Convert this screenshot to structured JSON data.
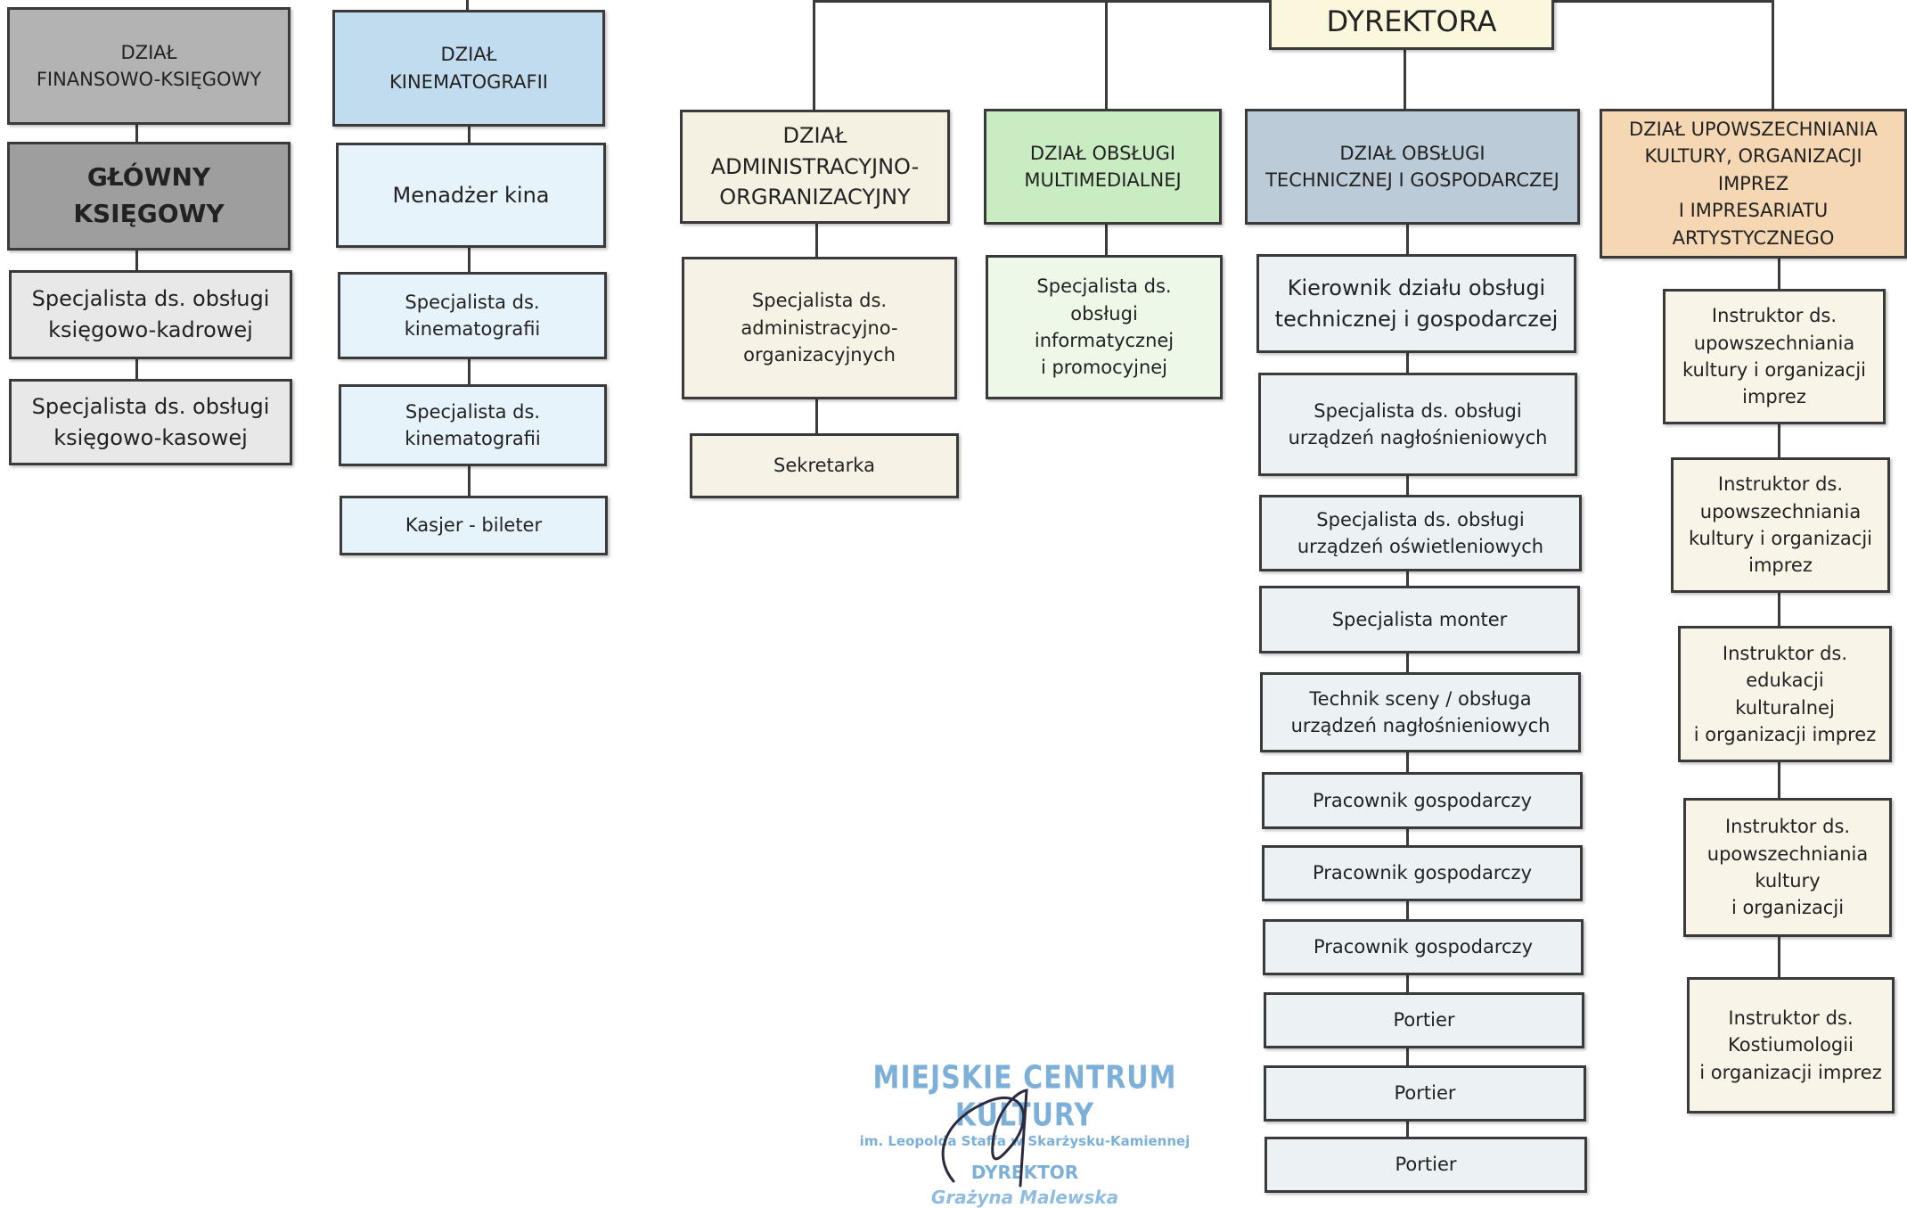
{
  "director": "DYREKTORA",
  "departments": {
    "finance": {
      "header": "DZIAŁ\nFINANSOWO-KSIĘGOWY",
      "chief": "GŁÓWNY\nKSIĘGOWY",
      "roles": [
        "Specjalista ds. obsługi\nksięgowo-kadrowej",
        "Specjalista ds. obsługi\nksięgowo-kasowej"
      ]
    },
    "cinema": {
      "header": "DZIAŁ\nKINEMATOGRAFII",
      "roles": [
        "Menadżer kina",
        "Specjalista ds.\nkinematografii",
        "Specjalista ds.\nkinematografii",
        "Kasjer - bileter"
      ]
    },
    "admin": {
      "header": "DZIAŁ\nADMINISTRACYJNO-\nORGRANIZACYJNY",
      "roles": [
        "Specjalista ds.\nadministracyjno-\norganizacyjnych",
        "Sekretarka"
      ]
    },
    "multimedia": {
      "header": "DZIAŁ OBSŁUGI\nMULTIMEDIALNEJ",
      "roles": [
        "Specjalista ds.\nobsługi\ninformatycznej\ni promocyjnej"
      ]
    },
    "technical": {
      "header": "DZIAŁ OBSŁUGI\nTECHNICZNEJ I GOSPODARCZEJ",
      "roles": [
        "Kierownik działu obsługi\ntechnicznej i gospodarczej",
        "Specjalista ds. obsługi\nurządzeń nagłośnieniowych",
        "Specjalista ds. obsługi\nurządzeń oświetleniowych",
        "Specjalista monter",
        "Technik sceny / obsługa\nurządzeń nagłośnieniowych",
        "Pracownik gospodarczy",
        "Pracownik gospodarczy",
        "Pracownik gospodarczy",
        "Portier",
        "Portier",
        "Portier"
      ]
    },
    "culture": {
      "header": "DZIAŁ UPOWSZECHNIANIA\nKULTURY, ORGANIZACJI IMPREZ\nI IMPRESARIATU\nARTYSTYCZNEGO",
      "roles": [
        "Instruktor ds.\nupowszechniania\nkultury i organizacji\nimprez",
        "Instruktor ds.\nupowszechniania\nkultury i organizacji\nimprez",
        "Instruktor ds.\nedukacji\nkulturalnej\ni organizacji imprez",
        "Instruktor ds.\nupowszechniania\nkultury\ni organizacji",
        "Instruktor ds.\nKostiumologii\ni organizacji imprez"
      ]
    }
  },
  "stamp": {
    "line1": "MIEJSKIE CENTRUM KULTURY",
    "line2": "im. Leopolda Staffa w Skarżysku-Kamiennej",
    "line3": "DYREKTOR",
    "line4": "Grażyna Malewska"
  },
  "colors": {
    "finance_header": "#b3b3b3",
    "finance_chief": "#9e9e9e",
    "finance_role": "#e8e8e8",
    "cinema_header": "#c2dcef",
    "cinema_role": "#e6f3fa",
    "admin_header": "#f4f1e3",
    "admin_role": "#f6f3e6",
    "multimedia_header": "#c9ecc2",
    "multimedia_role": "#edf8e9",
    "technical_header": "#bccbd8",
    "technical_role": "#ecf1f3",
    "culture_header": "#f6d7b3",
    "culture_role": "#f8f4e7",
    "director": "#fbf7dc"
  }
}
